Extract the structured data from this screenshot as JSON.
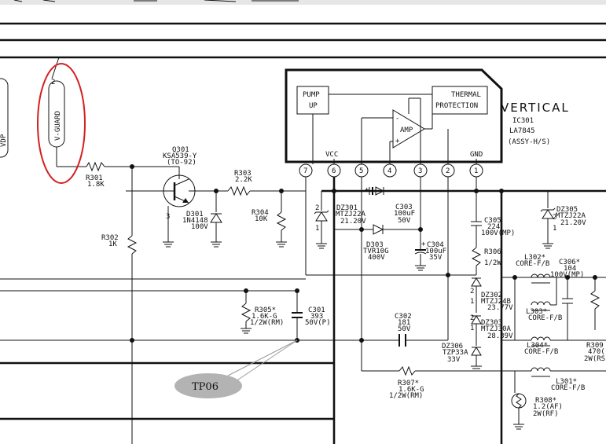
{
  "ic": {
    "block_pump": [
      "PUMP",
      "UP"
    ],
    "block_thermal": [
      "THERMAL",
      "PROTECTION"
    ],
    "amp": "AMP",
    "vcc": "VCC",
    "gnd": "GND",
    "title": "VERTICAL",
    "ref": "IC301",
    "part": "LA7845",
    "assy": "(ASSY-H/S)",
    "pins": [
      "7",
      "6",
      "5",
      "4",
      "3",
      "2",
      "1"
    ]
  },
  "vguard": "V-GUARD",
  "vdp": "VDP",
  "tp": "TP06",
  "labels": {
    "q301": [
      "Q301",
      "KSA539-Y",
      "(TO-92)"
    ],
    "r301": [
      "R301",
      "1.8K"
    ],
    "r302": [
      "R302",
      "1K"
    ],
    "r303": [
      "R303",
      "2.2K"
    ],
    "r304": [
      "R304",
      "10K"
    ],
    "d301": [
      "D301",
      "1N4148",
      "100V"
    ],
    "dz301": [
      "DZ301",
      "MTZJ22A",
      "21.20V"
    ],
    "d303": [
      "D303",
      "TVR10G",
      "400V"
    ],
    "c303": [
      "C303",
      "100uF",
      "50V"
    ],
    "c304": [
      "C304",
      "100uF",
      "35V"
    ],
    "c305": [
      "C305",
      "224",
      "100V(MP)"
    ],
    "dz305": [
      "DZ305",
      "MTZJ22A",
      "21.20V"
    ],
    "r306": [
      "R306",
      "1/2W"
    ],
    "dz302": [
      "DZ302",
      "MTZJ24B",
      "23.77V"
    ],
    "dz303": [
      "DZ303",
      "MTZJ30A",
      "28.39V"
    ],
    "dz306": [
      "DZ306",
      "TZP33A",
      "33V"
    ],
    "r305": [
      "R305*",
      "1.6K-G",
      "1/2W(RM)"
    ],
    "c301": [
      "C301",
      "393",
      "50V(P)"
    ],
    "c302": [
      "C302",
      "181",
      "50V"
    ],
    "r307": [
      "R307*",
      "1.6K-G",
      "1/2W(RM)"
    ],
    "l302": [
      "L302*",
      "CORE-F/B"
    ],
    "c306": [
      "C306*",
      "104",
      "100V(MP)"
    ],
    "l303": [
      "L303*",
      "CORE-F/B"
    ],
    "l304": [
      "L304*",
      "CORE-F/B"
    ],
    "l301": [
      "L301*",
      "CORE-F/B"
    ],
    "r308": [
      "R308*",
      "1.2(AF)",
      "2W(RF)"
    ],
    "r309": [
      "R309",
      "470(",
      "2W(RS"
    ],
    "pin_q3": "3",
    "pin_dz2": "2",
    "pin_dz1": "1",
    "pin_dz5_2": "2",
    "pin_dz5_1": "1",
    "pin_dz2a": "2",
    "pin_dz2b": "1",
    "pin_dz3a": "2",
    "pin_dz3b": "1",
    "minus": "-",
    "plus": "+",
    "plus_c304": "+",
    "plus_d": "+"
  }
}
